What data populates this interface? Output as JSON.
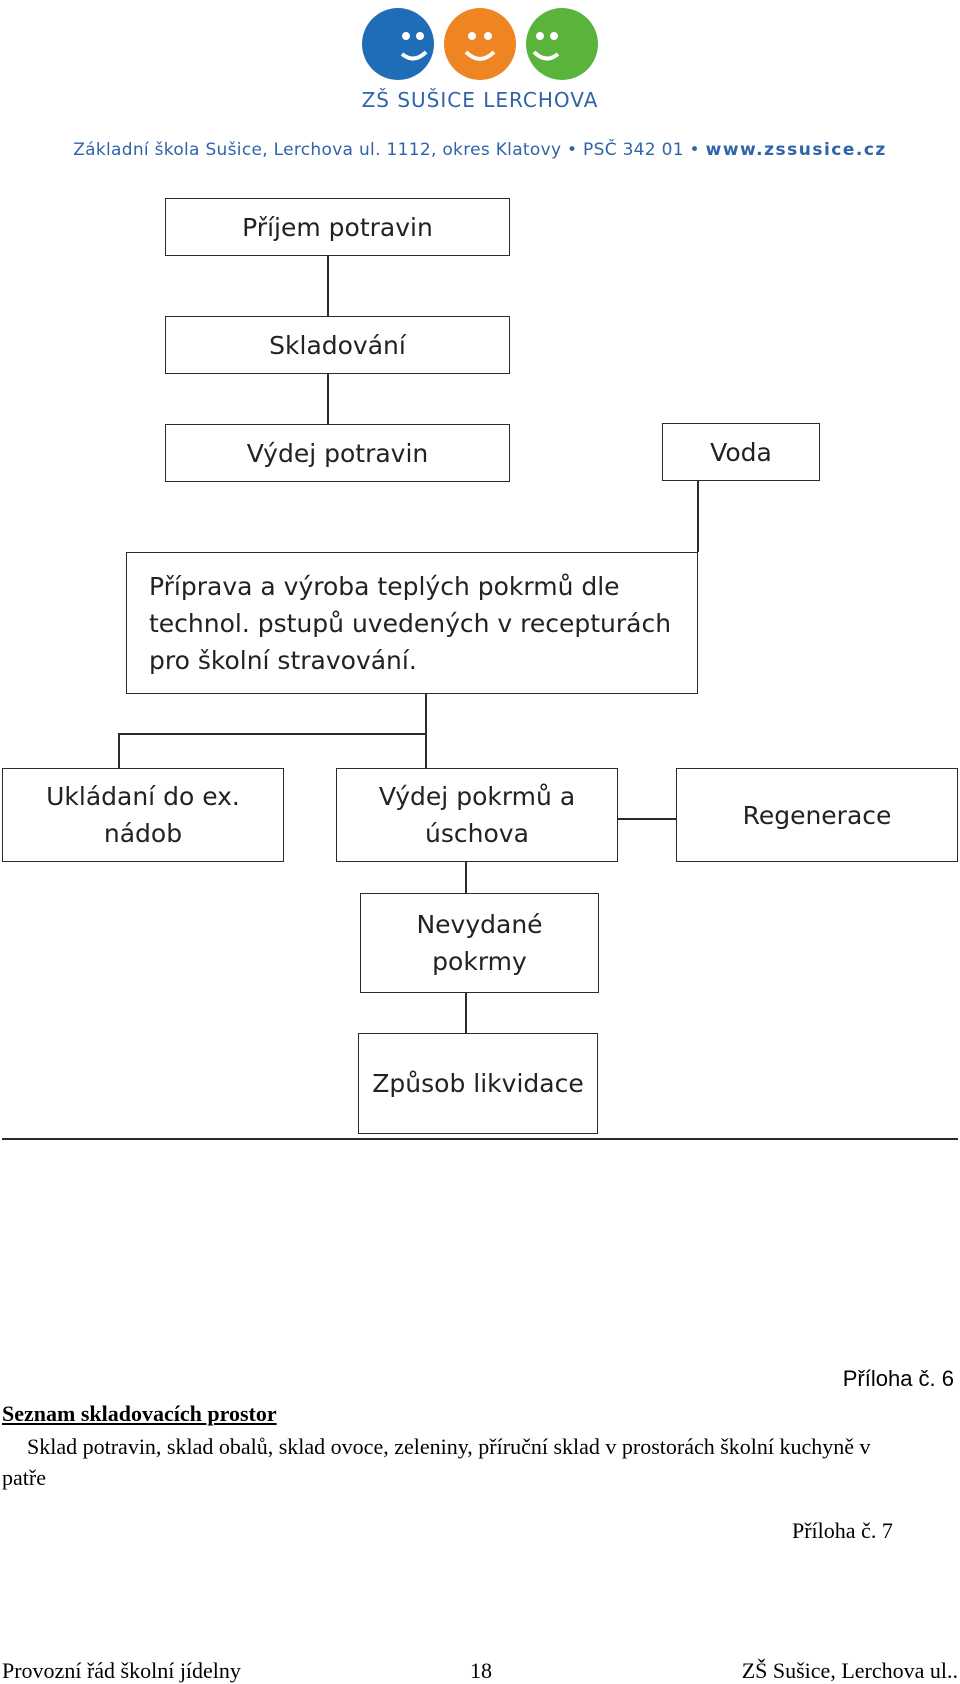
{
  "header": {
    "logo_text": "ZŠ SUŠICE LERCHOVA",
    "address": "Základní škola Sušice, Lerchova ul. 1112, okres Klatovy • PSČ 342 01 •",
    "website": "www.zssusice.cz",
    "face_colors": [
      "#1f6db6",
      "#ef8423",
      "#5ab33b"
    ]
  },
  "flowchart": {
    "prijem": "Příjem potravin",
    "skladovani": "Skladování",
    "vydej_potravin": "Výdej potravin",
    "voda": "Voda",
    "priprava_lines": [
      "Příprava a výroba teplých pokrmů dle",
      "technol. pstupů uvedených v recepturách",
      "pro školní stravování."
    ],
    "ukladani_lines": [
      "Ukládaní do ex.",
      "nádob"
    ],
    "vydej_pokrmu_lines": [
      "Výdej pokrmů a",
      "úschova"
    ],
    "regenerace": "Regenerace",
    "nevydane_lines": [
      "Nevydané",
      "pokrmy"
    ],
    "zpusob": "Způsob likvidace"
  },
  "body": {
    "priloha6": "Příloha č. 6",
    "section_title": "Seznam skladovacích prostor",
    "paragraph": "Sklad potravin, sklad obalů, sklad ovoce, zeleniny, příruční sklad v prostorách školní kuchyně v patře",
    "priloha7": "Příloha č. 7"
  },
  "footer": {
    "left": "Provozní řád školní jídelny",
    "page_number": "18",
    "right": "ZŠ Sušice, Lerchova ul.."
  }
}
